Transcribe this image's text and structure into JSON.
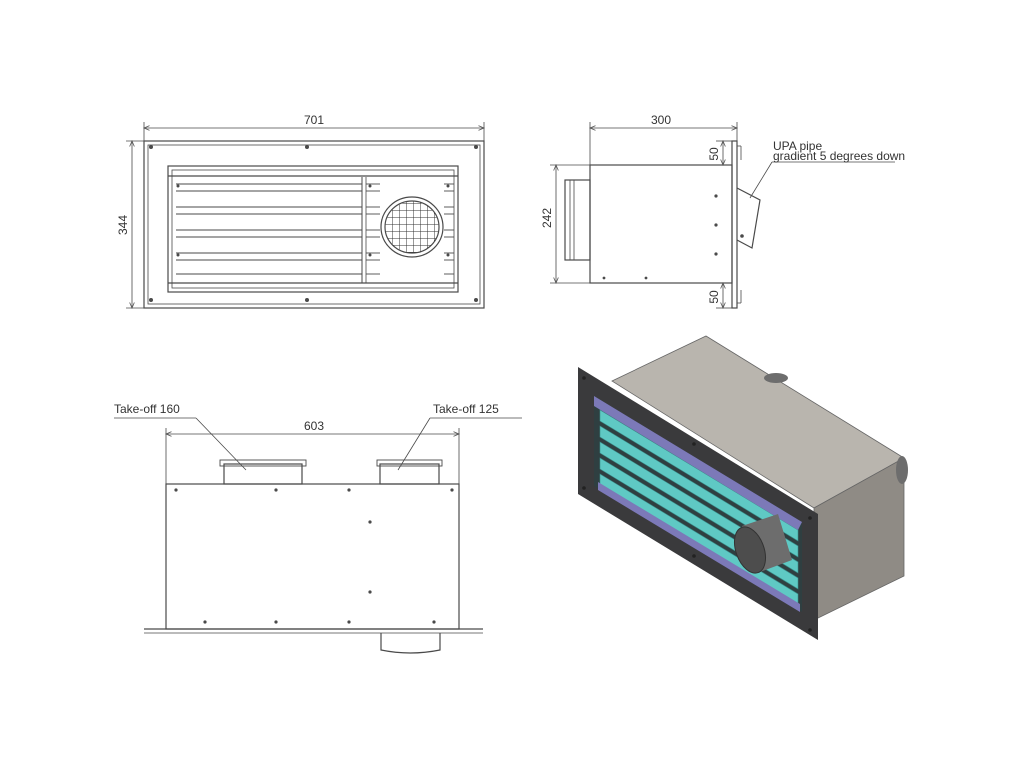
{
  "front_view": {
    "width_label": "701",
    "height_label": "344"
  },
  "side_view": {
    "depth_label": "300",
    "height_label": "242",
    "top_offset_label": "50",
    "bottom_offset_label": "50",
    "pipe_note_line1": "UPA pipe",
    "pipe_note_line2": "gradient 5 degrees down"
  },
  "top_view": {
    "width_label": "603",
    "takeoff_left": "Take-off 160",
    "takeoff_right": "Take-off 125"
  },
  "colors": {
    "line": "#4a4a4a",
    "housing": "#b9b5ae",
    "housing_dark": "#8f8b85",
    "frame": "#3a3a3c",
    "louver": "#5fc9c4",
    "louver_edge": "#7c79b8",
    "duct": "#6d6d6d"
  }
}
